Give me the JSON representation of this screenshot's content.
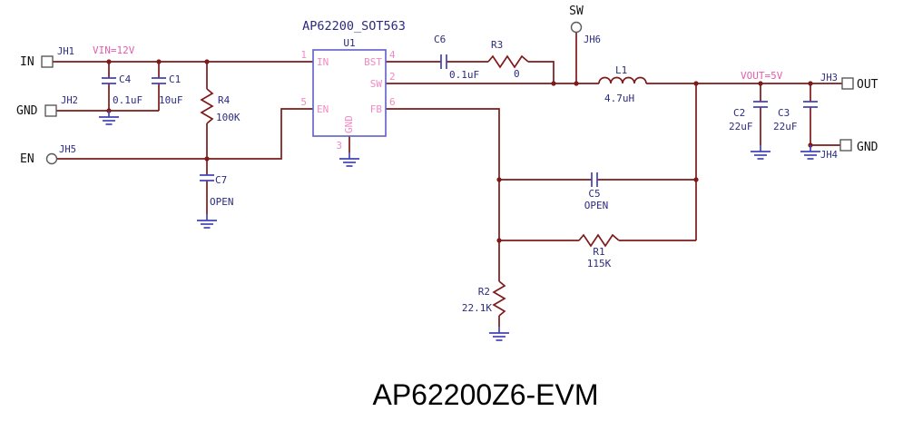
{
  "title": "AP62200Z6-EVM",
  "colors": {
    "wire": "#7d1a1a",
    "symbol_blue": "#4343b8",
    "label_navy": "#2b2b80",
    "pin_pink": "#f08bc4",
    "net_magenta": "#e35eae",
    "port_black": "#111111"
  },
  "ic": {
    "part": "AP62200_SOT563",
    "refdes": "U1",
    "pins": {
      "in": {
        "num": "1",
        "name": "IN"
      },
      "bst": {
        "num": "4",
        "name": "BST"
      },
      "sw": {
        "num": "2",
        "name": "SW"
      },
      "en": {
        "num": "5",
        "name": "EN"
      },
      "fb": {
        "num": "6",
        "name": "FB"
      },
      "gnd": {
        "num": "3",
        "name": "GND"
      }
    }
  },
  "nets": {
    "vin": "VIN=12V",
    "vout": "VOUT=5V"
  },
  "ports": {
    "in": {
      "label": "IN",
      "ref": "JH1"
    },
    "gnd_in": {
      "label": "GND",
      "ref": "JH2"
    },
    "en": {
      "label": "EN",
      "ref": "JH5"
    },
    "sw": {
      "label": "SW",
      "ref": "JH6"
    },
    "out": {
      "label": "OUT",
      "ref": "JH3"
    },
    "gnd_out": {
      "label": "GND",
      "ref": "JH4"
    }
  },
  "components": {
    "c4": {
      "ref": "C4",
      "value": "0.1uF"
    },
    "c1": {
      "ref": "C1",
      "value": "10uF"
    },
    "r4": {
      "ref": "R4",
      "value": "100K"
    },
    "c7": {
      "ref": "C7",
      "value": "OPEN"
    },
    "c6": {
      "ref": "C6",
      "value": "0.1uF"
    },
    "r3": {
      "ref": "R3",
      "value": "0"
    },
    "l1": {
      "ref": "L1",
      "value": "4.7uH"
    },
    "c2": {
      "ref": "C2",
      "value": "22uF"
    },
    "c3": {
      "ref": "C3",
      "value": "22uF"
    },
    "c5": {
      "ref": "C5",
      "value": "OPEN"
    },
    "r1": {
      "ref": "R1",
      "value": "115K"
    },
    "r2": {
      "ref": "R2",
      "value": "22.1K"
    }
  }
}
